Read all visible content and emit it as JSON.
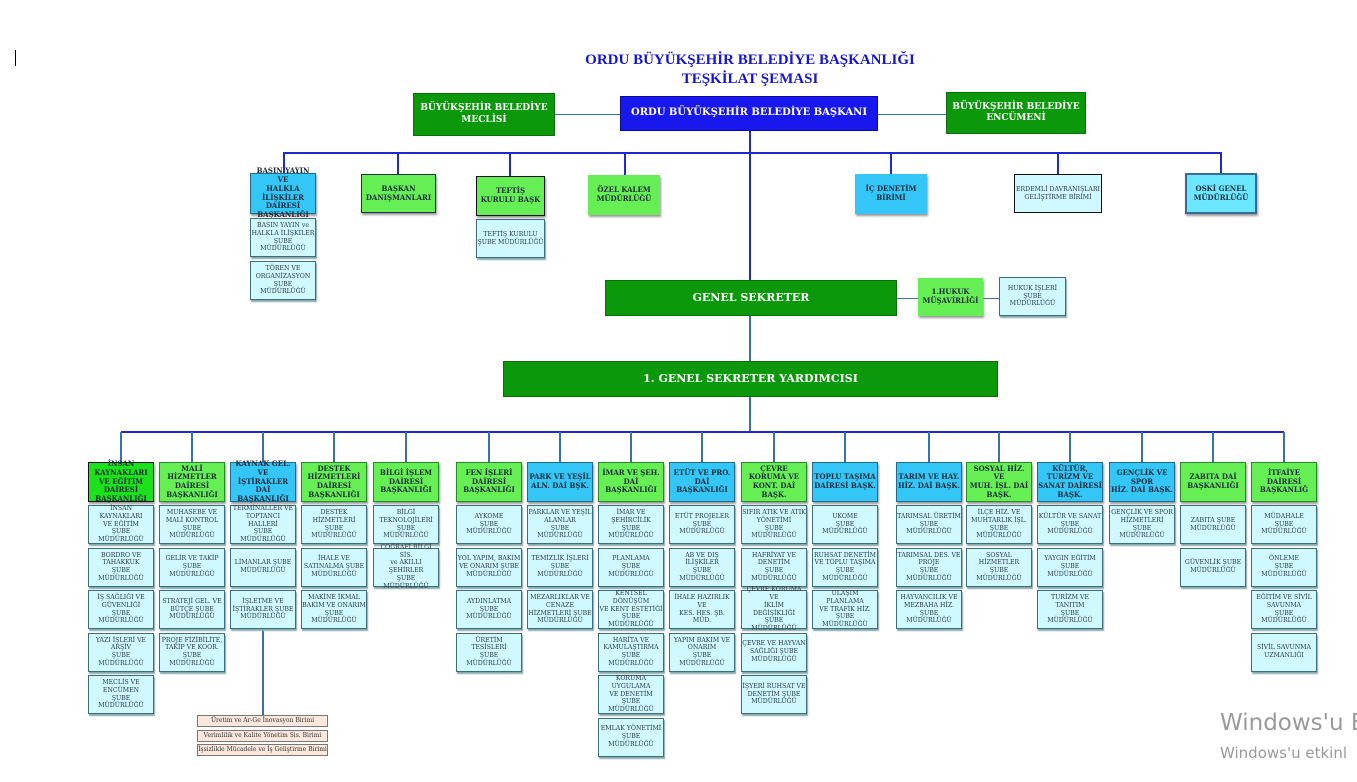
{
  "title": {
    "line1": "ORDU BÜYÜKŞEHİR BELEDİYE BAŞKANLIĞI",
    "line2": "TEŞKİLAT ŞEMASI"
  },
  "top": {
    "meclis": "BÜYÜKŞEHİR BELEDİYE\nMECLİSİ",
    "baskan": "ORDU BÜYÜKŞEHİR BELEDİYE BAŞKANI",
    "encumen": "BÜYÜKŞEHİR BELEDİYE\nENCÜMENİ"
  },
  "second_level": {
    "basin": {
      "head": "BASIN YAYIN VE\nHALKLA İLİŞKİLER\nDAİRESİ\nBAŞKANLIĞI",
      "units": [
        "BASIN YAYIN ve\nHALKLA İLİŞKİLER\nŞUBE MÜDÜRLÜĞÜ",
        "TÖREN VE\nORGANİZASYON\nŞUBE MÜDÜRLÜĞÜ"
      ]
    },
    "danisman": "BAŞKAN\nDANIŞMANLARI",
    "teftis": {
      "head": "TEFTİŞ\nKURULU BAŞK",
      "unit": "TEFTİŞ KURULU\nŞUBE MÜDÜRLÜĞÜ"
    },
    "ozel_kalem": "ÖZEL KALEM\nMÜDÜRLÜĞÜ",
    "ic_denetim": "İÇ DENETİM\nBİRİMİ",
    "erdemli": "ERDEMLİ DAVRANIŞLARI\nGELİŞTİRME BİRİMİ",
    "oski": "OSKİ GENEL\nMÜDÜRLÜĞÜ"
  },
  "genel_sekreter": "GENEL SEKRETER",
  "hukuk": {
    "musavirlik": "1.HUKUK\nMÜŞAVİRLİĞİ",
    "sube": "HUKUK İŞLERİ\nŞUBE MÜDÜRLÜĞÜ"
  },
  "gsy": "1.    GENEL SEKRETER YARDIMCISI",
  "departments": [
    {
      "head": "İNSAN KAYNAKLARI\nVE EĞİTİM DAİRESİ\nBAŞKANLIĞI",
      "color": "bright",
      "units": [
        "İNSAN KAYNAKLARI\nVE EĞİTİM\nŞUBE MÜDÜRLÜĞÜ",
        "BORDRO VE\nTAHAKKUK\nŞUBE MÜDÜRLÜĞÜ",
        "İŞ SAĞLIĞI VE\nGÜVENLİĞİ\nŞUBE MÜDÜRLÜĞÜ",
        "YAZI İŞLERİ VE\nARŞİV\nŞUBE MÜDÜRLÜĞÜ",
        "MECLİS VE\nENCÜMEN\nŞUBE MÜDÜRLÜĞÜ"
      ]
    },
    {
      "head": "MALİ HİZMETLER\nDAİRESİ\nBAŞKANLIĞI",
      "color": "green",
      "units": [
        "MUHASEBE VE\nMALİ KONTROL\nŞUBE MÜDÜRLÜĞÜ",
        "GELİR VE TAKİP\nŞUBE MÜDÜRLÜĞÜ",
        "STRATEJİ GEL. VE\nBÜTÇE ŞUBE\nMÜDÜRLÜĞÜ",
        "PROJE FİZİBİLİTE,\nTAKİP VE KOOR.\nŞUBE MÜDÜRLÜĞÜ"
      ]
    },
    {
      "head": "KAYNAK GEL. VE\nİŞTİRAKLER DAİ\nBAŞKANLIĞI",
      "color": "blue",
      "units": [
        "TERMİNALLER VE\nTOPTANCI HALLERİ\nŞUBE MÜDÜRLÜĞÜ",
        "LİMANLAR ŞUBE\nMÜDÜRLÜĞÜ",
        "İŞLETME VE\nİŞTİRAKLER ŞUBE\nMÜDÜRLÜĞÜ"
      ]
    },
    {
      "head": "DESTEK\nHİZMETLERİ\nDAİRESİ\nBAŞKANLIĞI",
      "color": "green",
      "units": [
        "DESTEK\nHİZMETLERİ\nŞUBE MÜDÜRLÜĞÜ",
        "İHALE VE\nSATINALMA ŞUBE\nMÜDÜRLÜĞÜ",
        "MAKİNE İKMAL\nBAKIM VE ONARIM\nŞUBE MÜDÜRLÜĞÜ"
      ]
    },
    {
      "head": "BİLGİ İŞLEM\nDAİRESİ\nBAŞKANLIĞI",
      "color": "green",
      "units": [
        "BİLGİ\nTEKNOLOJİLERİ\nŞUBE MÜDÜRLÜĞÜ",
        "COĞRAFİ BİLGİ SİS.\nve AKILLI ŞEHİRLER\nŞUBE MÜDÜRLÜĞÜ"
      ]
    },
    {
      "head": "FEN İŞLERİ\nDAİRESİ\nBAŞKANLIĞI",
      "color": "green",
      "units": [
        "AYKOME\nŞUBE MÜDÜRLÜĞÜ",
        "YOL YAPIM, BAKIM\nVE ONARIM ŞUBE\nMÜDÜRLÜĞÜ",
        "AYDINLATMA\nŞUBE MÜDÜRLÜĞÜ",
        "ÜRETİM TESİSLERİ\nŞUBE MÜDÜRLÜĞÜ"
      ]
    },
    {
      "head": "PARK VE YEŞİL\nALN. DAİ BŞK.",
      "color": "blue",
      "units": [
        "PARKLAR VE YEŞİL\nALANLAR\nŞUBE MÜDÜRLÜĞÜ",
        "TEMİZLİK İŞLERİ\nŞUBE MÜDÜRLÜĞÜ",
        "MEZARLIKLAR VE\nCENAZE\nHİZMETLERİ ŞUBE\nMÜDÜRLÜĞÜ"
      ]
    },
    {
      "head": "İMAR VE ŞEH. DAİ\nBAŞKANLIĞI",
      "color": "green",
      "units": [
        "İMAR VE ŞEHİRCİLİK\nŞUBE MÜDÜRLÜĞÜ",
        "PLANLAMA\nŞUBE MÜDÜRLÜĞÜ",
        "KENTSEL DÖNÜŞÜM\nVE KENT ESTETİĞİ\nŞUBE MÜDÜRLÜĞÜ",
        "HARİTA VE\nKAMULAŞTIRMA\nŞUBE MÜDÜRLÜĞÜ",
        "KORUMA UYGULAMA\nVE DENETİM\nŞUBE MÜDÜRLÜĞÜ",
        "EMLAK YÖNETİMİ\nŞUBE MÜDÜRLÜĞÜ"
      ]
    },
    {
      "head": "ETÜT VE PRO.\nDAİ BAŞKANLIĞI",
      "color": "blue",
      "units": [
        "ETÜT PROJELER\nŞUBE MÜDÜRLÜĞÜ",
        "AB VE DIŞ İLİŞKİLER\nŞUBE MÜDÜRLÜĞÜ",
        "İHALE HAZIRLIK VE\nKES. HES. ŞB.\nMÜD.",
        "YAPIM BAKIM VE\nONARIM\nŞUBE MÜDÜRLÜĞÜ"
      ]
    },
    {
      "head": "ÇEVRE KORUMA VE\nKONT. DAİ BAŞK.",
      "color": "green",
      "units": [
        "SIFIR ATIK VE ATIK\nYÖNETİMİ\nŞUBE MÜDÜRLÜĞÜ",
        "HAFRİYAT VE\nDENETİM\nŞUBE MÜDÜRLÜĞÜ",
        "ÇEVRE KORUMA VE\nİKLİM DEĞİŞİKLİĞİ\nŞUBE MÜDÜRLÜĞÜ",
        "ÇEVRE VE HAYVAN\nSAĞLIĞI ŞUBE\nMÜDÜRLÜĞÜ",
        "İŞYERİ RUHSAT VE\nDENETİM ŞUBE\nMÜDÜRLÜĞÜ"
      ]
    },
    {
      "head": "TOPLU TAŞIMA\nDAİRESİ BAŞK.",
      "color": "blue",
      "units": [
        "UKOME\nŞUBE MÜDÜRLÜĞÜ",
        "RUHSAT DENETİM\nVE TOPLU TAŞIMA\nŞUBE MÜDÜRLÜĞÜ",
        "ULAŞIM PLANLAMA\nVE TRAFİK HİZ.\nŞUBE MÜDÜRLÜĞÜ"
      ]
    },
    {
      "head": "TARIM VE HAY.\nHİZ. DAİ BAŞK.",
      "color": "blue",
      "units": [
        "TARIMSAL ÜRETİM\nŞUBE MÜDÜRLÜĞÜ",
        "TARIMSAL DES. VE\nPROJE\nŞUBE MÜDÜRLÜĞÜ",
        "HAYVANCILIK VE\nMEZBAHA HİZ.\nŞUBE MÜDÜRLÜĞÜ"
      ]
    },
    {
      "head": "SOSYAL HİZ. VE\nMUH. İŞL. DAİ BAŞK.",
      "color": "green",
      "units": [
        "İLÇE HİZ. VE\nMUHTARLIK İŞL.\nŞUBE MÜDÜRLÜĞÜ",
        "SOSYAL HİZMETLER\nŞUBE MÜDÜRLÜĞÜ"
      ]
    },
    {
      "head": "KÜLTÜR, TURİZM VE\nSANAT DAİRESİ\nBAŞK.",
      "color": "blue",
      "units": [
        "KÜLTÜR VE SANAT\nŞUBE MÜDÜRLÜĞÜ",
        "YAYGIN EĞİTİM\nŞUBE MÜDÜRLÜĞÜ",
        "TURİZM VE TANITIM\nŞUBE MÜDÜRLÜĞÜ"
      ]
    },
    {
      "head": "GENÇLİK VE SPOR\nHİZ. DAİ BAŞK.",
      "color": "blue",
      "units": [
        "GENÇLİK VE SPOR\nHİZMETLERİ\nŞUBE MÜDÜRLÜĞÜ"
      ]
    },
    {
      "head": "ZABITA DAİ\nBAŞKANLIĞI",
      "color": "green",
      "units": [
        "ZABITA ŞUBE\nMÜDÜRLÜĞÜ",
        "GÜVENLİK ŞUBE\nMÜDÜRLÜĞÜ"
      ]
    },
    {
      "head": "İTFAİYE\nDAİRESİ\nBAŞKANLIĞ",
      "color": "green",
      "units": [
        "MÜDAHALE\nŞUBE MÜDÜRLÜĞÜ",
        "ÖNLEME\nŞUBE MÜDÜRLÜĞÜ",
        "EĞİTİM VE SİVİL\nSAVUNMA\nŞUBE MÜDÜRLÜĞÜ",
        "SİVİL SAVUNMA\nUZMANLIĞI"
      ]
    }
  ],
  "kaynak_birimler": [
    "Üretim ve Ar-Ge İnovasyon Birimi",
    "Verimlilik ve Kalite Yönetim Sis. Birimi",
    "İşsizlikle Mücadele ve İş Geliştirme Birimi"
  ],
  "watermark": {
    "line1": "Windows'u E",
    "line2": "Windows'u etkinl"
  }
}
